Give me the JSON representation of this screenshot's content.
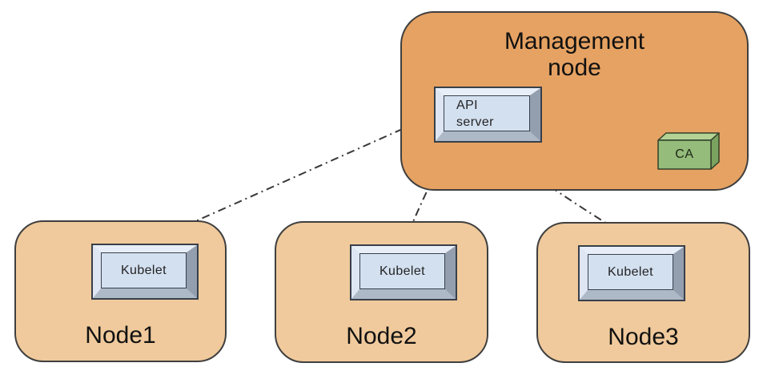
{
  "diagram": {
    "management_node": {
      "label": "Management node",
      "api_server_label": "API server",
      "ca_label": "CA"
    },
    "nodes": [
      {
        "label": "Node1",
        "component_label": "Kubelet"
      },
      {
        "label": "Node2",
        "component_label": "Kubelet"
      },
      {
        "label": "Node3",
        "component_label": "Kubelet"
      }
    ],
    "connections": [
      {
        "from": "api-server",
        "to": "kubelet-node1",
        "style": "dash-dot",
        "bidirectional": true
      },
      {
        "from": "api-server",
        "to": "kubelet-node2",
        "style": "dash-dot",
        "bidirectional": true
      },
      {
        "from": "api-server",
        "to": "kubelet-node3",
        "style": "dash-dot",
        "bidirectional": true
      },
      {
        "from": "api-server",
        "to": "ca",
        "style": "dash-dot",
        "bidirectional": true
      }
    ],
    "colors": {
      "management_node_fill": "#e6a262",
      "worker_node_fill": "#f0ca9c",
      "component_face": "#d3e0f0",
      "ca_front": "#95bc7a",
      "ca_top": "#b3d294",
      "ca_side": "#7aa35f",
      "arrow": "#383838",
      "text": "#111111",
      "background": "#ffffff"
    }
  }
}
